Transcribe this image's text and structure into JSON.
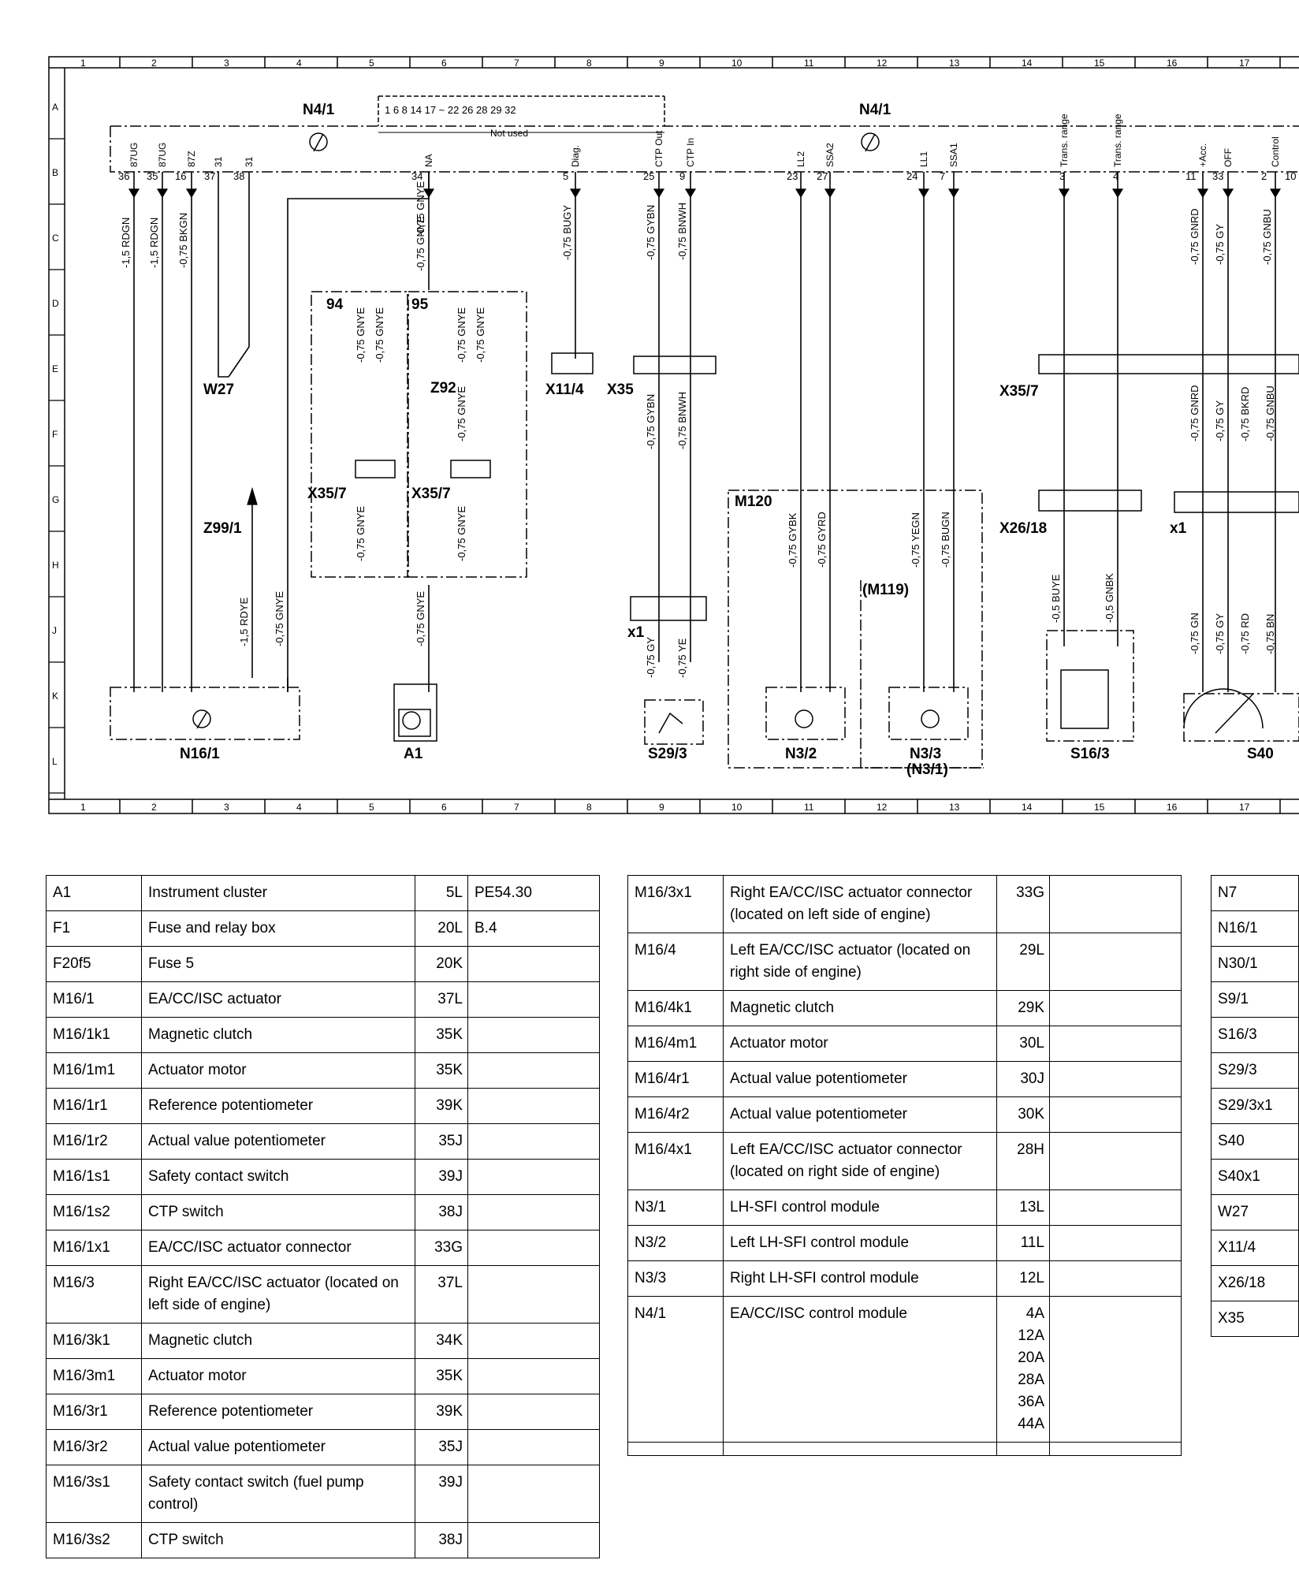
{
  "diagram": {
    "grid_columns": [
      "1",
      "2",
      "3",
      "4",
      "5",
      "6",
      "7",
      "8",
      "9",
      "10",
      "11",
      "12",
      "13",
      "14",
      "15",
      "16",
      "17"
    ],
    "grid_rows": [
      "A",
      "B",
      "C",
      "D",
      "E",
      "F",
      "G",
      "H",
      "J",
      "K",
      "L"
    ],
    "labels": {
      "n41_left": "N4/1",
      "n41_right": "N4/1",
      "not_used": "Not used",
      "top_pins": "1  6  8  14  17  ~  22  26  28  29  32",
      "w27": "W27",
      "z99": "Z99/1",
      "z92": "Z92",
      "x357_left": "X35/7",
      "x357_mid": "X35/7",
      "x357_right": "X35/7",
      "x114": "X11/4",
      "x35": "X35",
      "x1_a": "x1",
      "x1_b": "x1",
      "m120": "M120",
      "m119": "(M119)",
      "x2618": "X26/18",
      "n161": "N16/1",
      "a1": "A1",
      "s293": "S29/3",
      "n32": "N3/2",
      "n33": "N3/3",
      "n31": "(N3/1)",
      "s163": "S16/3",
      "s40": "S40",
      "c94": "94",
      "c95": "95"
    },
    "pins": [
      "36",
      "35",
      "16",
      "37",
      "38",
      "34",
      "5",
      "25",
      "9",
      "23",
      "27",
      "24",
      "7",
      "3",
      "4",
      "11",
      "33",
      "2",
      "10"
    ],
    "pin_tags": [
      "87UG",
      "87UG",
      "87Z",
      "31",
      "31",
      "NA",
      "Diag.",
      "CTP Out",
      "CTP In",
      "LL2",
      "SSA2",
      "LL1",
      "SSA1",
      "Trans. range",
      "Trans. range",
      "+Acc.",
      "OFF",
      "Control"
    ],
    "wires": [
      "1,5 RDGN",
      "1,5 RDGN",
      "0,75 BKGN",
      "0,75 GNYE",
      "0,75 GNYE",
      "0,75 BUGY",
      "0,75 GYBN",
      "0,75 BNWH",
      "0,75 GNRD",
      "0,75 GY",
      "0,75 GNBU",
      "0,75 GNYE",
      "0,75 GNYE",
      "0,75 GNYE",
      "0,75 GNYE",
      "0,75 GNYE",
      "0,75 GNYE",
      "0,75 GNYE",
      "0,75 GYBN",
      "0,75 BNWH",
      "1,5 RDYE",
      "0,75 GNYE",
      "0,75 GNYE",
      "0,75 GY",
      "0,75 YE",
      "0,75 GYBK",
      "0,75 GYRD",
      "0,75 YEGN",
      "0,75 BUGN",
      "0,5 BUYE",
      "0,5 GNBK",
      "0,75 GNRD",
      "0,75 GY",
      "0,75 BKRD",
      "0,75 GNBU",
      "0,75 GN",
      "0,75 GY",
      "0,75 RD",
      "0,75 BN"
    ]
  },
  "tables": {
    "t1": [
      {
        "code": "A1",
        "desc": "Instrument cluster",
        "loc": "5L",
        "ref": "PE54.30"
      },
      {
        "code": "F1",
        "desc": "Fuse and relay box",
        "loc": "20L",
        "ref": "B.4"
      },
      {
        "code": "F20f5",
        "desc": "Fuse 5",
        "loc": "20K",
        "ref": ""
      },
      {
        "code": "M16/1",
        "desc": "EA/CC/ISC actuator",
        "loc": "37L",
        "ref": ""
      },
      {
        "code": "M16/1k1",
        "desc": "Magnetic clutch",
        "loc": "35K",
        "ref": ""
      },
      {
        "code": "M16/1m1",
        "desc": "Actuator motor",
        "loc": "35K",
        "ref": ""
      },
      {
        "code": "M16/1r1",
        "desc": "Reference potentiometer",
        "loc": "39K",
        "ref": ""
      },
      {
        "code": "M16/1r2",
        "desc": "Actual value potentiometer",
        "loc": "35J",
        "ref": ""
      },
      {
        "code": "M16/1s1",
        "desc": "Safety contact switch",
        "loc": "39J",
        "ref": ""
      },
      {
        "code": "M16/1s2",
        "desc": "CTP switch",
        "loc": "38J",
        "ref": ""
      },
      {
        "code": "M16/1x1",
        "desc": "EA/CC/ISC actuator connector",
        "loc": "33G",
        "ref": ""
      },
      {
        "code": "M16/3",
        "desc": "Right EA/CC/ISC actuator (located on left side of engine)",
        "loc": "37L",
        "ref": ""
      },
      {
        "code": "M16/3k1",
        "desc": "Magnetic clutch",
        "loc": "34K",
        "ref": ""
      },
      {
        "code": "M16/3m1",
        "desc": "Actuator motor",
        "loc": "35K",
        "ref": ""
      },
      {
        "code": "M16/3r1",
        "desc": "Reference potentiometer",
        "loc": "39K",
        "ref": ""
      },
      {
        "code": "M16/3r2",
        "desc": "Actual value potentiometer",
        "loc": "35J",
        "ref": ""
      },
      {
        "code": "M16/3s1",
        "desc": "Safety contact switch (fuel pump control)",
        "loc": "39J",
        "ref": ""
      },
      {
        "code": "M16/3s2",
        "desc": "CTP switch",
        "loc": "38J",
        "ref": ""
      }
    ],
    "t2": [
      {
        "code": "M16/3x1",
        "desc": "Right EA/CC/ISC actuator connector (located on left side of engine)",
        "loc": "33G",
        "ref": ""
      },
      {
        "code": "M16/4",
        "desc": "Left EA/CC/ISC actuator (located on right side of engine)",
        "loc": "29L",
        "ref": ""
      },
      {
        "code": "M16/4k1",
        "desc": "Magnetic clutch",
        "loc": "29K",
        "ref": ""
      },
      {
        "code": "M16/4m1",
        "desc": "Actuator motor",
        "loc": "30L",
        "ref": ""
      },
      {
        "code": "M16/4r1",
        "desc": "Actual value potentiometer",
        "loc": "30J",
        "ref": ""
      },
      {
        "code": "M16/4r2",
        "desc": "Actual value potentiometer",
        "loc": "30K",
        "ref": ""
      },
      {
        "code": "M16/4x1",
        "desc": "Left EA/CC/ISC actuator connector (located on right side of engine)",
        "loc": "28H",
        "ref": ""
      },
      {
        "code": "N3/1",
        "desc": "LH-SFI control module",
        "loc": "13L",
        "ref": ""
      },
      {
        "code": "N3/2",
        "desc": "Left LH-SFI control module",
        "loc": "11L",
        "ref": ""
      },
      {
        "code": "N3/3",
        "desc": "Right LH-SFI control module",
        "loc": "12L",
        "ref": ""
      },
      {
        "code": "N4/1",
        "desc": "EA/CC/ISC control module",
        "loc": "4A 12A 20A 28A 36A 44A",
        "ref": ""
      },
      {
        "code": "",
        "desc": "",
        "loc": "",
        "ref": ""
      }
    ],
    "t3": [
      "N7",
      "N16/1",
      "N30/1",
      "S9/1",
      "S16/3",
      "S29/3",
      "S29/3x1",
      "S40",
      "S40x1",
      "W27",
      "X11/4",
      "X26/18",
      "X35"
    ]
  }
}
